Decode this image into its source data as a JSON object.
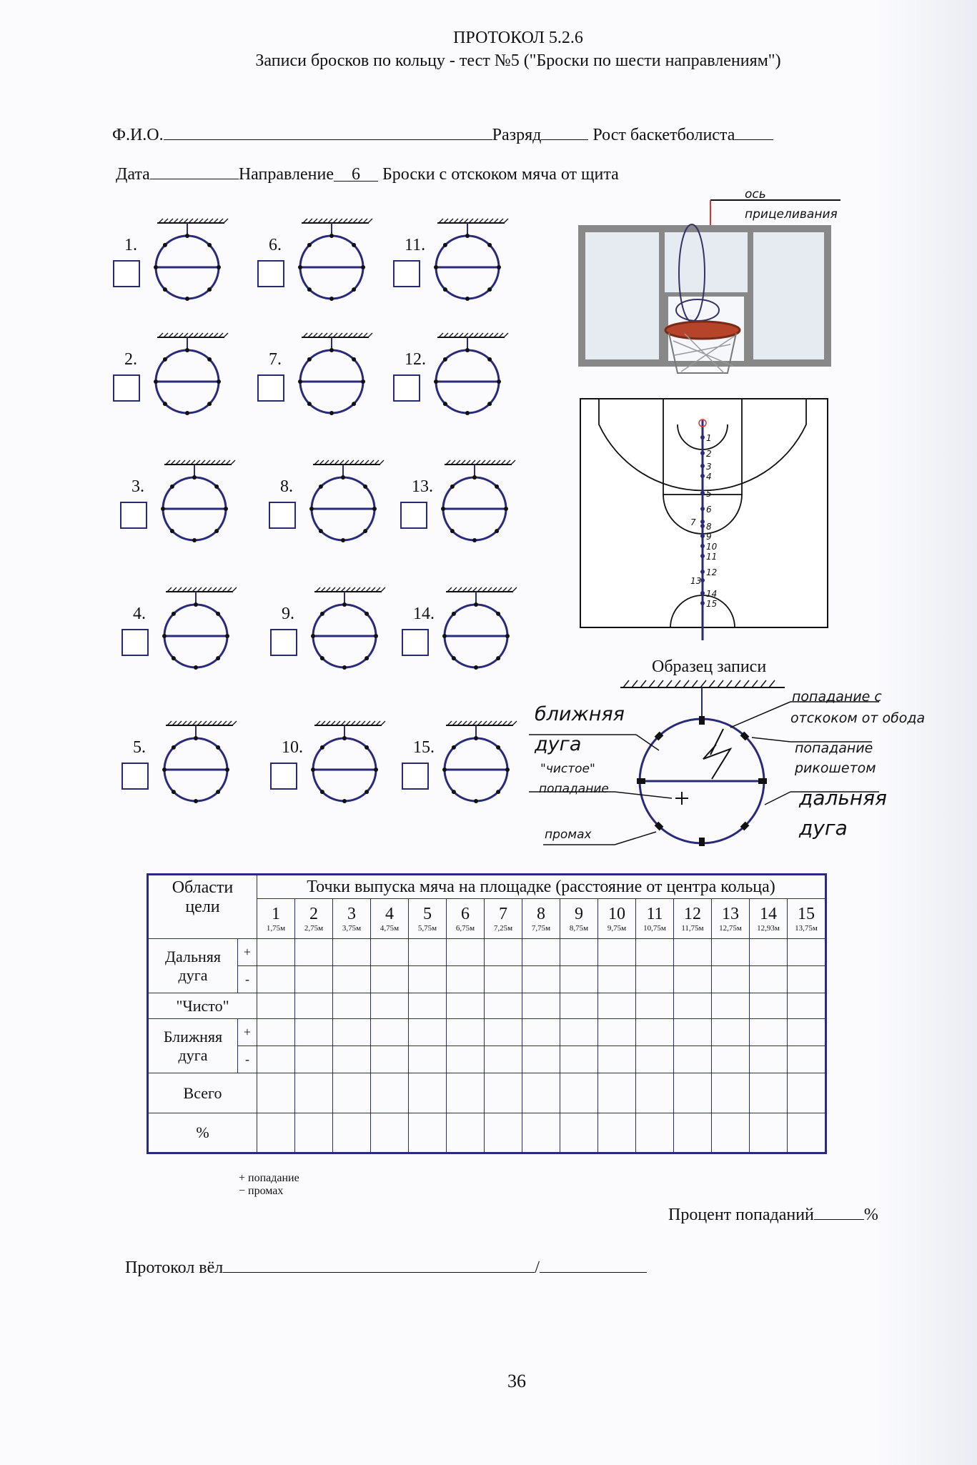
{
  "header": {
    "title": "ПРОТОКОЛ 5.2.6",
    "subtitle": "Записи бросков по кольцу - тест №5 (\"Броски по шести направлениям\")"
  },
  "form": {
    "fio_label": "Ф.И.О.",
    "rank_label": "Разряд",
    "height_label": "Рост баскетболиста",
    "date_label": "Дата",
    "direction_label": "Направление",
    "direction_value": "6",
    "throw_type": "Броски с отскоком мяча от щита"
  },
  "targets": [
    {
      "n": "1."
    },
    {
      "n": "2."
    },
    {
      "n": "3."
    },
    {
      "n": "4."
    },
    {
      "n": "5."
    },
    {
      "n": "6."
    },
    {
      "n": "7."
    },
    {
      "n": "8."
    },
    {
      "n": "9."
    },
    {
      "n": "10."
    },
    {
      "n": "11."
    },
    {
      "n": "12."
    },
    {
      "n": "13."
    },
    {
      "n": "14."
    },
    {
      "n": "15."
    }
  ],
  "backboard": {
    "axis_label_1": "ось",
    "axis_label_2": "прицеливания"
  },
  "court": {
    "points": [
      "1",
      "2",
      "3",
      "4",
      "5",
      "6",
      "7",
      "8",
      "9",
      "10",
      "11",
      "12",
      "13",
      "14",
      "15"
    ]
  },
  "sample": {
    "title": "Образец записи",
    "near_arc_1": "ближняя",
    "near_arc_2": "дуга",
    "clean_1": "\"чистое\"",
    "clean_2": "попадание",
    "miss": "промах",
    "rim_hit_1": "попадание с",
    "rim_hit_2": "отскоком от обода",
    "ricochet_1": "попадание",
    "ricochet_2": "рикошетом",
    "far_arc_1": "дальняя",
    "far_arc_2": "дуга"
  },
  "table": {
    "col_header_areas_1": "Области",
    "col_header_areas_2": "цели",
    "col_header_points": "Точки выпуска мяча на площадке (расстояние от центра кольца)",
    "points": [
      {
        "n": "1",
        "d": "1,75м"
      },
      {
        "n": "2",
        "d": "2,75м"
      },
      {
        "n": "3",
        "d": "3,75м"
      },
      {
        "n": "4",
        "d": "4,75м"
      },
      {
        "n": "5",
        "d": "5,75м"
      },
      {
        "n": "6",
        "d": "6,75м"
      },
      {
        "n": "7",
        "d": "7,25м"
      },
      {
        "n": "8",
        "d": "7,75м"
      },
      {
        "n": "9",
        "d": "8,75м"
      },
      {
        "n": "10",
        "d": "9,75м"
      },
      {
        "n": "11",
        "d": "10,75м"
      },
      {
        "n": "12",
        "d": "11,75м"
      },
      {
        "n": "13",
        "d": "12,75м"
      },
      {
        "n": "14",
        "d": "12,93м"
      },
      {
        "n": "15",
        "d": "13,75м"
      }
    ],
    "far_arc_1": "Дальняя",
    "far_arc_2": "дуга",
    "clean": "\"Чисто\"",
    "near_arc_1": "Ближняя",
    "near_arc_2": "дуга",
    "total": "Всего",
    "percent": "%",
    "plus": "+",
    "minus": "-"
  },
  "legend": {
    "plus": "+ попадание",
    "minus": "− промах"
  },
  "footer": {
    "hit_percent_label": "Процент попаданий",
    "percent_sign": "%",
    "kept_by": "Протокол вёл",
    "slash": "/",
    "page_number": "36"
  }
}
